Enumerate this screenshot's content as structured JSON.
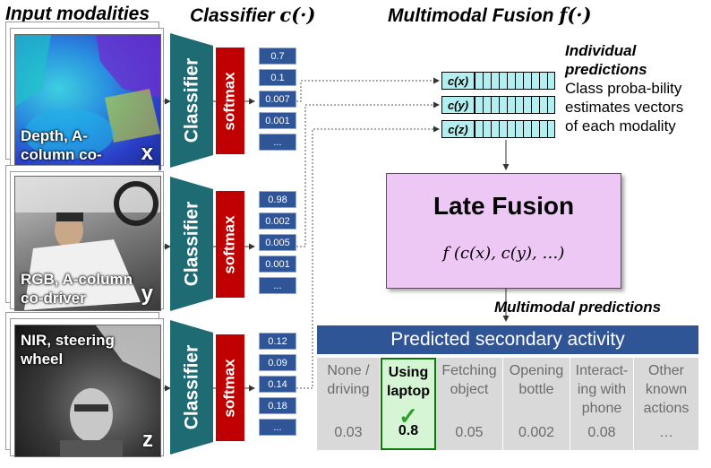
{
  "headers": {
    "input": "Input modalities",
    "classifier": "Classifier",
    "classifier_math": "c(·)",
    "fusion": "Multimodal Fusion",
    "fusion_math": "f(·)"
  },
  "modalities": [
    {
      "caption": "Depth, A-column co-driver",
      "var": "x",
      "pred_label": "c(x)",
      "probs": [
        "0.7",
        "0.1",
        "0.007",
        "0.001",
        "..."
      ]
    },
    {
      "caption": "RGB, A-column co-driver",
      "var": "y",
      "pred_label": "c(y)",
      "probs": [
        "0.98",
        "0.002",
        "0.005",
        "0.001",
        "..."
      ]
    },
    {
      "caption": "NIR, steering wheel",
      "var": "z",
      "pred_label": "c(z)",
      "probs": [
        "0.12",
        "0.09",
        "0.14",
        "0.18",
        "..."
      ]
    }
  ],
  "classifier_label": "Classifier",
  "softmax_label": "softmax",
  "individual": {
    "title": "Individual predictions",
    "desc": "Class proba-bility estimates vectors of each modality"
  },
  "late_fusion": {
    "title": "Late Fusion",
    "formula": "f (c(x), c(y), …)"
  },
  "multimodal_label": "Multimodal predictions",
  "activity": {
    "title": "Predicted secondary activity",
    "classes": [
      {
        "name": "None / driving",
        "value": "0.03",
        "selected": false
      },
      {
        "name": "Using laptop",
        "value": "0.8",
        "selected": true
      },
      {
        "name": "Fetching object",
        "value": "0.05",
        "selected": false
      },
      {
        "name": "Opening bottle",
        "value": "0.002",
        "selected": false
      },
      {
        "name": "Interact-ing with phone",
        "value": "0.08",
        "selected": false
      },
      {
        "name": "Other known actions",
        "value": "…",
        "selected": false
      }
    ]
  },
  "colors": {
    "classifier": "#1f6b73",
    "softmax": "#c00000",
    "prob_cell": "#2f5597",
    "fusion_box": "#eec8f5",
    "pred_cell": "#b3eef0",
    "selected": "#2ca02c"
  }
}
